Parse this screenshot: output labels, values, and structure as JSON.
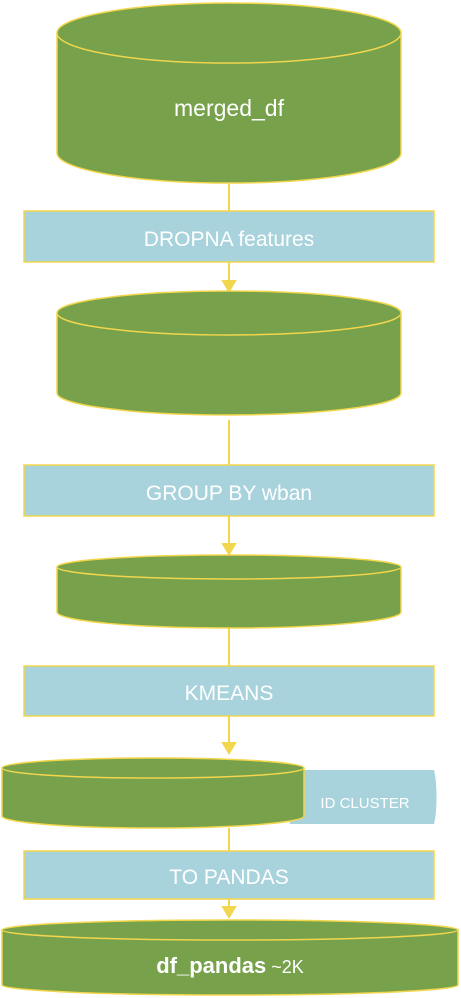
{
  "colors": {
    "cylinder_fill": "#77a14a",
    "cylinder_stroke": "#f2d64d",
    "step_fill": "#a8d3dc",
    "step_stroke": "#f2d64d",
    "arrow": "#f2d64d",
    "side_fill": "#a8d3dc",
    "text": "#ffffff"
  },
  "nodes": {
    "merged_df": {
      "label": "merged_df"
    },
    "step_dropna": {
      "keyword": "DROPNA",
      "rest": " features"
    },
    "step_groupby": {
      "keyword": "GROUP BY",
      "rest": " wban"
    },
    "step_kmeans": {
      "keyword": "KMEANS",
      "rest": ""
    },
    "side_tag": {
      "label": "ID CLUSTER"
    },
    "step_topandas": {
      "keyword": "TO PANDAS",
      "rest": ""
    },
    "df_pandas": {
      "label": "df_pandas",
      "suffix": " ~2K"
    }
  }
}
